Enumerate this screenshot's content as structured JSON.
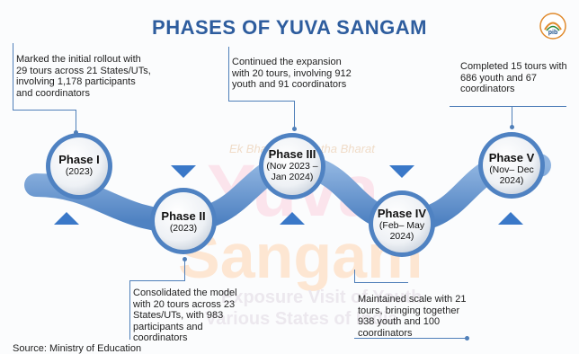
{
  "title": "PHASES OF YUVA SANGAM",
  "logo_text": "pib",
  "watermark": {
    "tagline": "Ek Bharat Shreshtha Bharat",
    "brand_top": "Yuva",
    "brand_bottom": "Sangam",
    "subtitle_line1": "Exposure Visit of Youth",
    "subtitle_line2": "Various States of India"
  },
  "phases": [
    {
      "name": "Phase I",
      "period": "(2023)",
      "description": "Marked the initial rollout with 29 tours across 21 States/UTs, involving 1,178 participants and coordinators"
    },
    {
      "name": "Phase II",
      "period": "(2023)",
      "description": "Consolidated the model with 20 tours across 23 States/UTs, with 983 participants and coordinators"
    },
    {
      "name": "Phase III",
      "period": "(Nov 2023 –Jan 2024)",
      "description": "Continued the expansion with 20 tours, involving 912 youth and 91 coordinators"
    },
    {
      "name": "Phase IV",
      "period": "(Feb– May 2024)",
      "description": "Maintained scale with 21 tours, bringing together 938 youth and 100 coordinators"
    },
    {
      "name": "Phase V",
      "period": "(Nov– Dec 2024)",
      "description": "Completed 15 tours with 686 youth and 67 coordinators"
    }
  ],
  "source": "Source: Ministry of Education",
  "colors": {
    "title": "#2e5d9e",
    "wave": "#5f8fcc",
    "arrow": "#3a78c8",
    "accent_line": "#4f7fb9"
  }
}
